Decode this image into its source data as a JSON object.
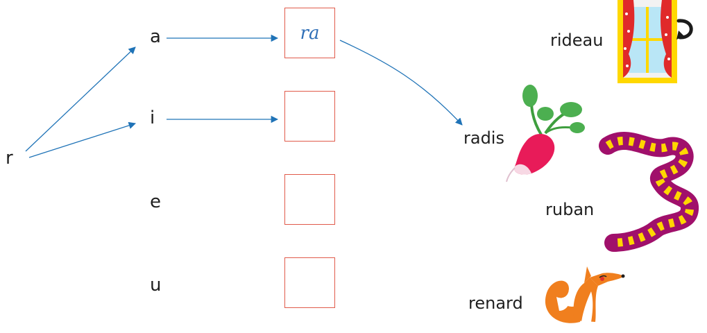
{
  "left_syllable": {
    "consonant": "r",
    "vowels": [
      {
        "id": "a",
        "label": "a",
        "answer": "ra"
      },
      {
        "id": "i",
        "label": "i",
        "answer": ""
      },
      {
        "id": "e",
        "label": "e",
        "answer": ""
      },
      {
        "id": "u",
        "label": "u",
        "answer": ""
      }
    ]
  },
  "words": [
    {
      "id": "rideau",
      "label": "rideau",
      "icon": "window-curtain-icon"
    },
    {
      "id": "radis",
      "label": "radis",
      "icon": "radish-icon"
    },
    {
      "id": "ruban",
      "label": "ruban",
      "icon": "ribbon-icon"
    },
    {
      "id": "renard",
      "label": "renard",
      "icon": "fox-icon"
    }
  ],
  "colors": {
    "arrow": "#1f73b7",
    "box_border": "#e05a4a",
    "handwriting": "#2f6fb7"
  }
}
